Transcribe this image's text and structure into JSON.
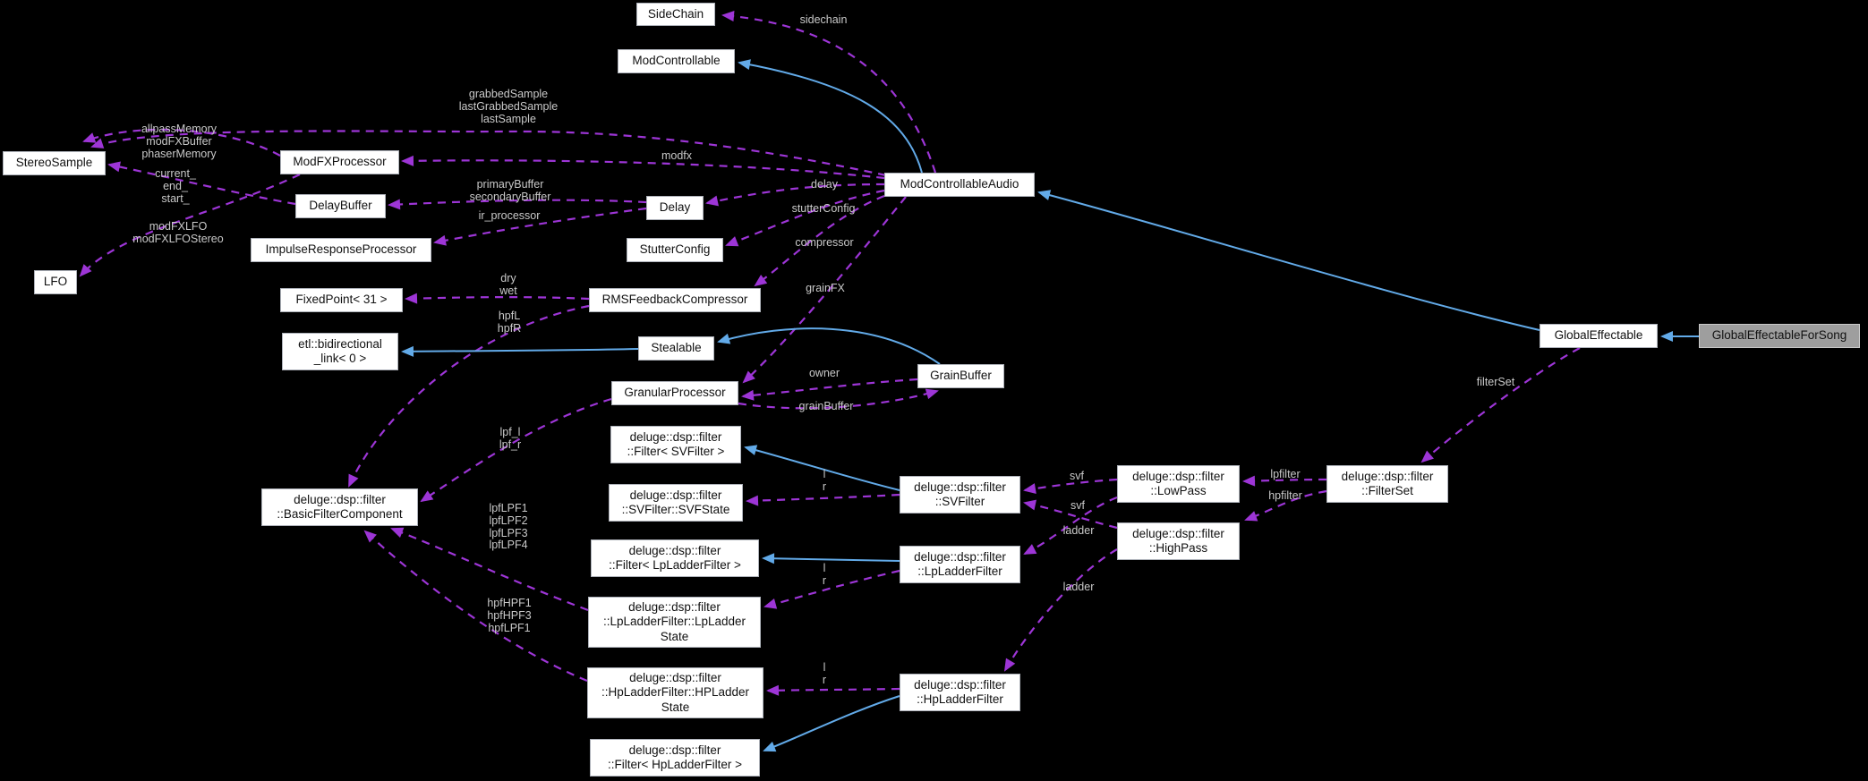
{
  "diagram": {
    "colors": {
      "background": "#000000",
      "inheritance_arrow": "#62aae8",
      "usage_arrow": "#9d35d6",
      "node_fill": "#ffffff",
      "node_border": "#aeb2ba",
      "node_text": "#111111",
      "highlight_node_fill": "#9e9e9e",
      "edge_label_text": "#c9c9c9"
    },
    "nodes": {
      "sidechain": {
        "label": "SideChain"
      },
      "modcontrollable": {
        "label": "ModControllable"
      },
      "modcontrollableaudio": {
        "label": "ModControllableAudio"
      },
      "stereosample": {
        "label": "StereoSample"
      },
      "modfxprocessor": {
        "label": "ModFXProcessor"
      },
      "delaybuffer": {
        "label": "DelayBuffer"
      },
      "impulseresponseprocessor": {
        "label": "ImpulseResponseProcessor"
      },
      "delay": {
        "label": "Delay"
      },
      "stutterconfig": {
        "label": "StutterConfig"
      },
      "lfo": {
        "label": "LFO"
      },
      "fixedpoint": {
        "label": "FixedPoint< 31 >"
      },
      "rmsfeedbackcompressor": {
        "label": "RMSFeedbackCompressor"
      },
      "etl_bidirectional_link": {
        "label": "etl::bidirectional\n_link< 0 >"
      },
      "stealable": {
        "label": "Stealable"
      },
      "granularprocessor": {
        "label": "GranularProcessor"
      },
      "grainbuffer": {
        "label": "GrainBuffer"
      },
      "filter_svfilter": {
        "label": "deluge::dsp::filter\n::Filter< SVFilter >"
      },
      "svfstate": {
        "label": "deluge::dsp::filter\n::SVFilter::SVFState"
      },
      "svfilter": {
        "label": "deluge::dsp::filter\n::SVFilter"
      },
      "basicfiltercomponent": {
        "label": "deluge::dsp::filter\n::BasicFilterComponent"
      },
      "lowpass": {
        "label": "deluge::dsp::filter\n::LowPass"
      },
      "highpass": {
        "label": "deluge::dsp::filter\n::HighPass"
      },
      "filterset": {
        "label": "deluge::dsp::filter\n::FilterSet"
      },
      "globaleffectable": {
        "label": "GlobalEffectable"
      },
      "globaleffectableforsong": {
        "label": "GlobalEffectableForSong"
      },
      "filter_lpladderfilter": {
        "label": "deluge::dsp::filter\n::Filter< LpLadderFilter >"
      },
      "lpladderstate": {
        "label": "deluge::dsp::filter\n::LpLadderFilter::LpLadder\nState"
      },
      "lpladderfilter": {
        "label": "deluge::dsp::filter\n::LpLadderFilter"
      },
      "hpladderstate": {
        "label": "deluge::dsp::filter\n::HpLadderFilter::HPLadder\nState"
      },
      "hpladderfilter": {
        "label": "deluge::dsp::filter\n::HpLadderFilter"
      },
      "filter_hpladderfilter": {
        "label": "deluge::dsp::filter\n::Filter< HpLadderFilter >"
      }
    },
    "edge_labels": [
      {
        "text": "sidechain"
      },
      {
        "text": "grabbedSample\nlastGrabbedSample\nlastSample"
      },
      {
        "text": "allpassMemory\nmodFXBuffer\nphaserMemory"
      },
      {
        "text": "current_\nend_\nstart_"
      },
      {
        "text": "modFXLFO\nmodFXLFOStereo"
      },
      {
        "text": "modfx"
      },
      {
        "text": "primaryBuffer\nsecondaryBuffer"
      },
      {
        "text": "ir_processor"
      },
      {
        "text": "delay"
      },
      {
        "text": "stutterConfig"
      },
      {
        "text": "compressor"
      },
      {
        "text": "grainFX"
      },
      {
        "text": "dry\nwet"
      },
      {
        "text": "hpfL\nhpfR"
      },
      {
        "text": "owner"
      },
      {
        "text": "grainBuffer"
      },
      {
        "text": "lpf_l\nlpf_r"
      },
      {
        "text": "l\nr"
      },
      {
        "text": "lpfLPF1\nlpfLPF2\nlpfLPF3\nlpfLPF4"
      },
      {
        "text": "hpfHPF1\nhpfHPF3\nhpfLPF1"
      },
      {
        "text": "l\nr"
      },
      {
        "text": "l\nr"
      },
      {
        "text": "svf"
      },
      {
        "text": "svf"
      },
      {
        "text": "ladder"
      },
      {
        "text": "ladder"
      },
      {
        "text": "lpfilter"
      },
      {
        "text": "hpfilter"
      },
      {
        "text": "filterSet"
      }
    ]
  }
}
